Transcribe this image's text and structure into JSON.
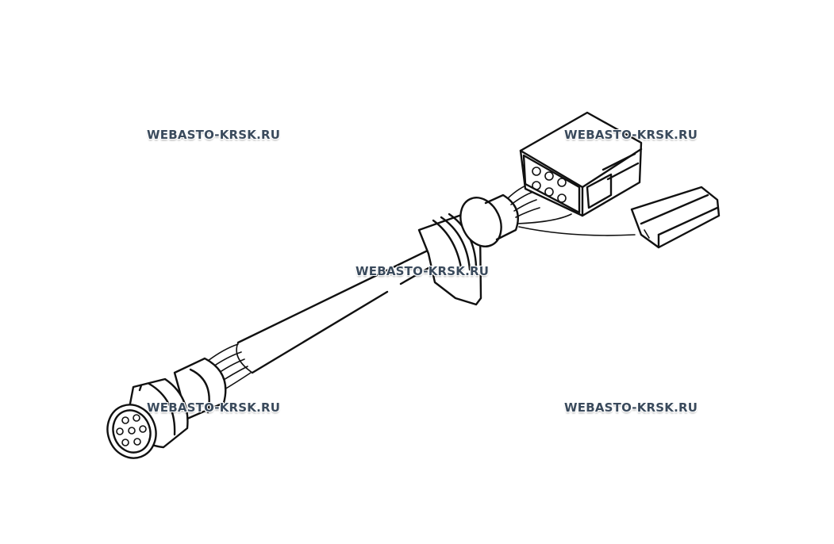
{
  "diagram": {
    "subject": "cable harness with round multi-pin connector, grommet and rectangular plugs",
    "colors": {
      "ink": "#111111",
      "background": "#ffffff",
      "watermark": "#3a4a5c"
    }
  },
  "watermarks": [
    "WEBASTO-KRSK.RU",
    "WEBASTO-KRSK.RU",
    "WEBASTO-KRSK.RU",
    "WEBASTO-KRSK.RU",
    "WEBASTO-KRSK.RU"
  ]
}
